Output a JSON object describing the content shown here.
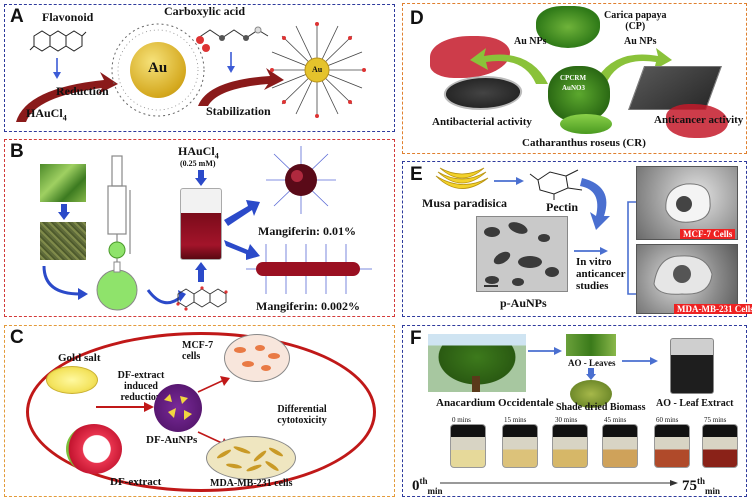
{
  "panels": {
    "A": {
      "letter": "A",
      "border_color": "#2e3a9c",
      "flavonoid": "Flavonoid",
      "carboxylic_acid": "Carboxylic acid",
      "haucl4": "HAuCl",
      "haucl4_sub": "4",
      "reduction": "Reduction",
      "stabilization": "Stabilization",
      "au_big": "Au",
      "au_small": "Au"
    },
    "B": {
      "letter": "B",
      "border_color": "#d23a3a",
      "haucl4": "HAuCl",
      "haucl4_sub": "4",
      "concentration": "(0.25 mM)",
      "mangiferin_1": "Mangiferin: 0.01%",
      "mangiferin_2": "Mangiferin: 0.002%"
    },
    "C": {
      "letter": "C",
      "border_color": "#e39a3a",
      "gold_salt": "Gold salt",
      "df_reduction": "DF-extract induced reduction",
      "mcf7": "MCF-7 cells",
      "differential": "Differential cytotoxicity",
      "df_aunps": "DF-AuNPs",
      "df_extract": "DF-extract",
      "mda": "MDA-MB-231 cells"
    },
    "D": {
      "letter": "D",
      "border_color": "#e0802f",
      "carica": "Carica papaya",
      "carica_abbr": "(CP)",
      "au_nps_left": "Au NPs",
      "au_nps_right": "Au NPs",
      "cpcrm": "CPCRM",
      "agno3": "AuNO3",
      "antibacterial": "Antibacterial activity",
      "anticancer": "Anticancer activity",
      "catharanthus": "Catharanthus roseus (CR)"
    },
    "E": {
      "letter": "E",
      "border_color": "#2e3a9c",
      "musa": "Musa paradisica",
      "pectin": "Pectin",
      "in_vitro": "In vitro anticancer studies",
      "paunps": "p-AuNPs",
      "mcf7_cells": "MCF-7 Cells",
      "mda_cells": "MDA-MB-231 Cells"
    },
    "F": {
      "letter": "F",
      "border_color": "#2e3a9c",
      "ao_leaves": "AO - Leaves",
      "shade_dried": "Shade dried Biomass",
      "anacardium": "Anacardium Occidentale",
      "ao_extract": "AO - Leaf Extract",
      "times": [
        "0 mins",
        "15 mins",
        "30 mins",
        "45 mins",
        "60 mins",
        "75 mins"
      ],
      "start": "0",
      "start_sup": "th",
      "start_unit": "min",
      "end": "75",
      "end_sup": "th",
      "end_unit": "min"
    }
  }
}
